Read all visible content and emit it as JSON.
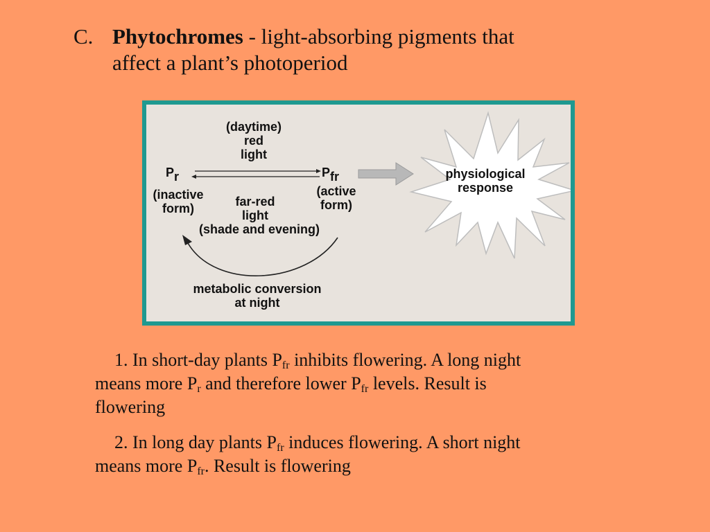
{
  "heading": {
    "letter": "C.",
    "term": "Phytochromes",
    "rest": " - light-absorbing pigments that",
    "line2": "affect a plant’s photoperiod"
  },
  "diagram": {
    "daytime_line1": "(daytime)",
    "daytime_line2": "red",
    "daytime_line3": "light",
    "pr_base": "P",
    "pr_sub": "r",
    "pr_state_line1": "(inactive",
    "pr_state_line2": "form)",
    "pfr_base": "P",
    "pfr_sub": "fr",
    "pfr_state_line1": "(active",
    "pfr_state_line2": "form)",
    "farred_line1": "far-red",
    "farred_line2": "light",
    "shade": "(shade and evening)",
    "metabolic_line1": "metabolic conversion",
    "metabolic_line2": "at night",
    "response_line1": "physiological",
    "response_line2": "response"
  },
  "points": [
    {
      "lead": "1.  In short-day plants P",
      "s1": "fr",
      "t1": " inhibits flowering.    A long night",
      "t2": "means more P",
      "s2": "r",
      "t3": " and therefore lower P",
      "s3": "fr",
      "t4": " levels.  Result is",
      "t5": "flowering"
    },
    {
      "lead": "2.  In long day plants P",
      "s1": "fr",
      "t1": " induces flowering.  A short night",
      "t2": "means more P",
      "s2": "fr",
      "t3": ".  Result is flowering"
    }
  ]
}
